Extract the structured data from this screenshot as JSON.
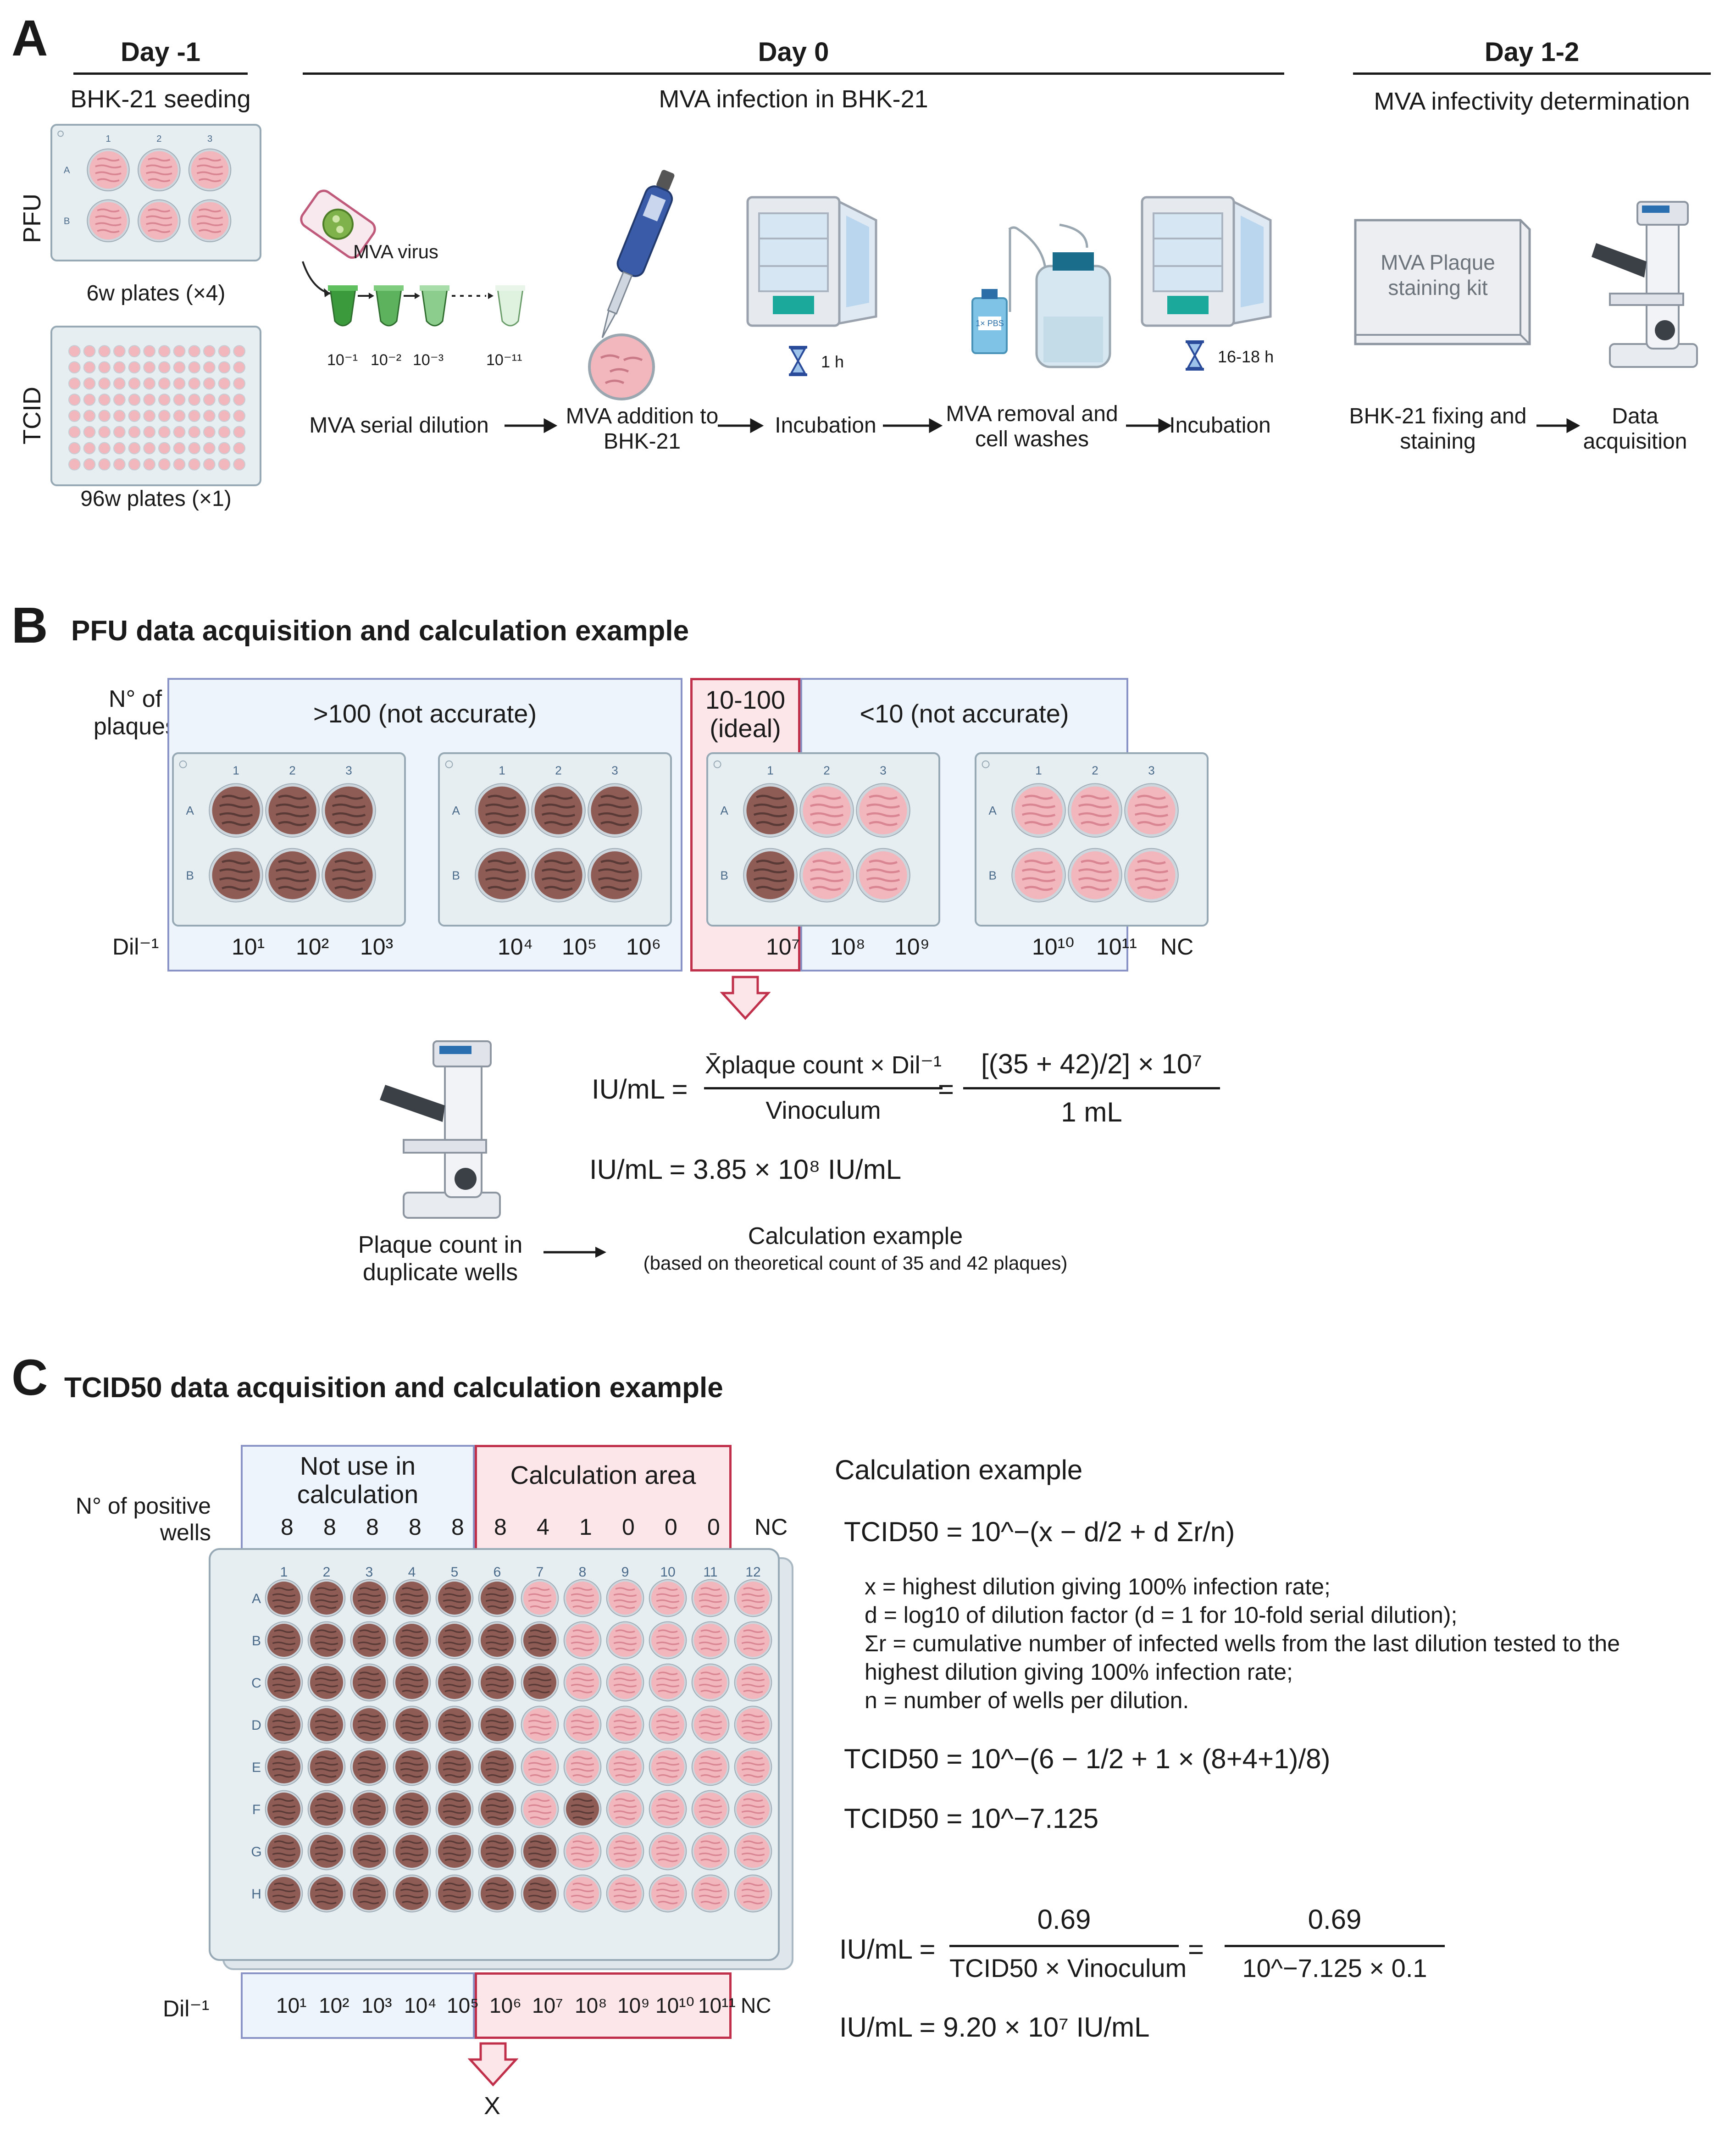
{
  "panelA": {
    "letter": "A",
    "day_minus1": {
      "title": "Day -1",
      "subtitle": "BHK-21 seeding"
    },
    "day0": {
      "title": "Day 0",
      "subtitle": "MVA infection in BHK-21"
    },
    "day12": {
      "title": "Day 1-2",
      "subtitle": "MVA infectivity determination"
    },
    "pfu_label": "PFU",
    "tcid_label": "TCID",
    "plate6_caption": "6w plates (×4)",
    "plate96_caption": "96w plates (×1)",
    "plate6_cols": [
      "1",
      "2",
      "3"
    ],
    "plate6_rows": [
      "A",
      "B"
    ],
    "virus_label": "MVA virus",
    "dilution_labels": [
      "10⁻¹",
      "10⁻²",
      "10⁻³",
      "10⁻¹¹"
    ],
    "incubation1_time": "1 h",
    "incubation2_time": "16-18 h",
    "kit_label": "MVA Plaque staining kit",
    "steps": [
      "MVA serial dilution",
      "MVA addition to BHK-21",
      "Incubation",
      "MVA removal and cell washes",
      "Incubation",
      "BHK-21 fixing and staining",
      "Data acquisition"
    ],
    "pbs_label": "1× PBS"
  },
  "panelB": {
    "letter": "B",
    "title": "PFU data acquisition and calculation example",
    "n_plaques_label": "N° of plaques",
    "group_labels": [
      ">100 (not accurate)",
      "10-100 (ideal)",
      "<10 (not accurate)"
    ],
    "dil_label": "Dil⁻¹",
    "dilutions": [
      "10¹",
      "10²",
      "10³",
      "10⁴",
      "10⁵",
      "10⁶",
      "10⁷",
      "10⁸",
      "10⁹",
      "10¹⁰",
      "10¹¹",
      "NC"
    ],
    "eq_lhs": "IU/mL =",
    "eq_numerator": "X̄plaque count × Dil⁻¹",
    "eq_denominator": "Vinoculum",
    "eq_equals": "=",
    "eq_num2": "[(35 + 42)/2] × 10⁷",
    "eq_den2": "1 mL",
    "eq_result": "IU/mL = 3.85 × 10⁸ IU/mL",
    "plaque_count_label": "Plaque count in duplicate wells",
    "calc_example_label": "Calculation example",
    "calc_example_note": "(based on theoretical count of 35 and 42 plaques)"
  },
  "panelC": {
    "letter": "C",
    "title": "TCID50 data acquisition and calculation example",
    "not_use_label": "Not use in calculation",
    "calc_area_label": "Calculation area",
    "n_pos_label": "N° of positive wells",
    "positive_counts": [
      "8",
      "8",
      "8",
      "8",
      "8",
      "8",
      "4",
      "1",
      "0",
      "0",
      "0",
      "NC"
    ],
    "col_labels": [
      "1",
      "2",
      "3",
      "4",
      "5",
      "6",
      "7",
      "8",
      "9",
      "10",
      "11",
      "12"
    ],
    "row_labels": [
      "A",
      "B",
      "C",
      "D",
      "E",
      "F",
      "G",
      "H"
    ],
    "dil_label": "Dil⁻¹",
    "dilutions": [
      "10¹",
      "10²",
      "10³",
      "10⁴",
      "10⁵",
      "10⁶",
      "10⁷",
      "10⁸",
      "10⁹",
      "10¹⁰",
      "10¹¹",
      "NC"
    ],
    "x_label": "X",
    "calc_example_title": "Calculation example",
    "formula": "TCID50 = 10^−(x − d/2 + d Σr/n)",
    "definitions": [
      "x = highest dilution giving 100% infection rate;",
      "d = log10 of dilution factor (d = 1 for 10-fold serial dilution);",
      "Σr = cumulative number of infected wells from the last dilution tested to the",
      "highest dilution giving 100% infection rate;",
      "n = number of wells per dilution."
    ],
    "formula2": "TCID50 = 10^−(6 − 1/2 + 1 × (8+4+1)/8)",
    "formula3": "TCID50 = 10^−7.125",
    "iu_lhs": "IU/mL =",
    "iu_num1": "0.69",
    "iu_den1": "TCID50 × Vinoculum",
    "iu_eq": "=",
    "iu_num2": "0.69",
    "iu_den2": "10^−7.125 × 0.1",
    "iu_result": "IU/mL = 9.20 × 10⁷ IU/mL"
  },
  "colors": {
    "well_pink": "#f2b6bd",
    "well_infected": "#8e5c55",
    "box_blue": "#eef4fb",
    "box_red": "#fde6ea",
    "border_red": "#c0304a",
    "border_blue": "#8a93c6",
    "incubator_green": "#1aa99a",
    "pipette_blue": "#3a5ca8"
  },
  "infection_map": [
    [
      1,
      1,
      1,
      1,
      1,
      1,
      0,
      0,
      0,
      0,
      0,
      0
    ],
    [
      1,
      1,
      1,
      1,
      1,
      1,
      1,
      0,
      0,
      0,
      0,
      0
    ],
    [
      1,
      1,
      1,
      1,
      1,
      1,
      1,
      0,
      0,
      0,
      0,
      0
    ],
    [
      1,
      1,
      1,
      1,
      1,
      1,
      0,
      0,
      0,
      0,
      0,
      0
    ],
    [
      1,
      1,
      1,
      1,
      1,
      1,
      0,
      0,
      0,
      0,
      0,
      0
    ],
    [
      1,
      1,
      1,
      1,
      1,
      1,
      0,
      1,
      0,
      0,
      0,
      0
    ],
    [
      1,
      1,
      1,
      1,
      1,
      1,
      1,
      0,
      0,
      0,
      0,
      0
    ],
    [
      1,
      1,
      1,
      1,
      1,
      1,
      1,
      0,
      0,
      0,
      0,
      0
    ]
  ],
  "pfu_plate_infection": [
    [
      [
        1,
        1,
        1
      ],
      [
        1,
        1,
        1
      ]
    ],
    [
      [
        1,
        1,
        1
      ],
      [
        1,
        1,
        1
      ]
    ],
    [
      [
        1,
        0,
        0
      ],
      [
        1,
        0,
        0
      ]
    ],
    [
      [
        0,
        0,
        0
      ],
      [
        0,
        0,
        0
      ]
    ]
  ]
}
